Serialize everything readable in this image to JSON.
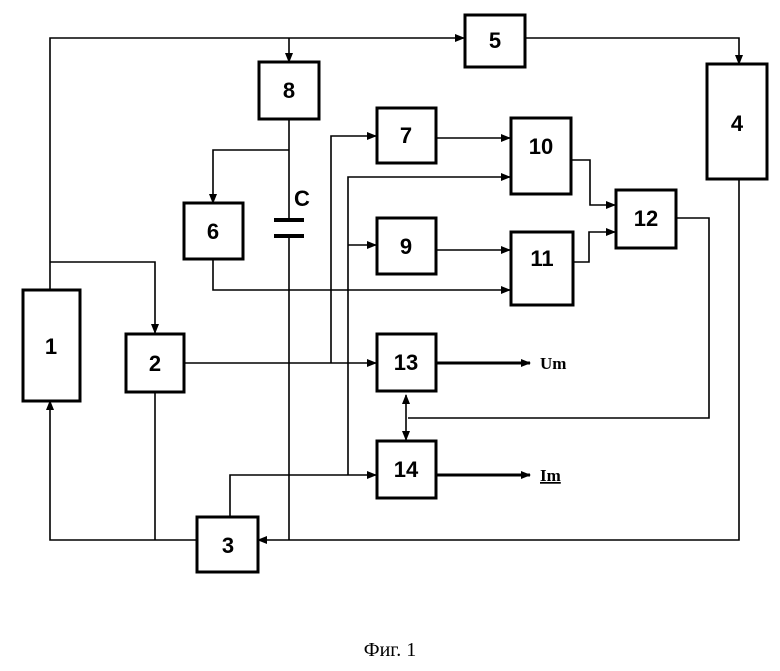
{
  "blocks": {
    "b1": "1",
    "b2": "2",
    "b3": "3",
    "b4": "4",
    "b5": "5",
    "b6": "6",
    "b7": "7",
    "b8": "8",
    "b9": "9",
    "b10": "10",
    "b11": "11",
    "b12": "12",
    "b13": "13",
    "b14": "14"
  },
  "capacitor_label": "C",
  "outputs": {
    "voltage": "Um",
    "current": "Im"
  },
  "caption": "Фиг. 1"
}
